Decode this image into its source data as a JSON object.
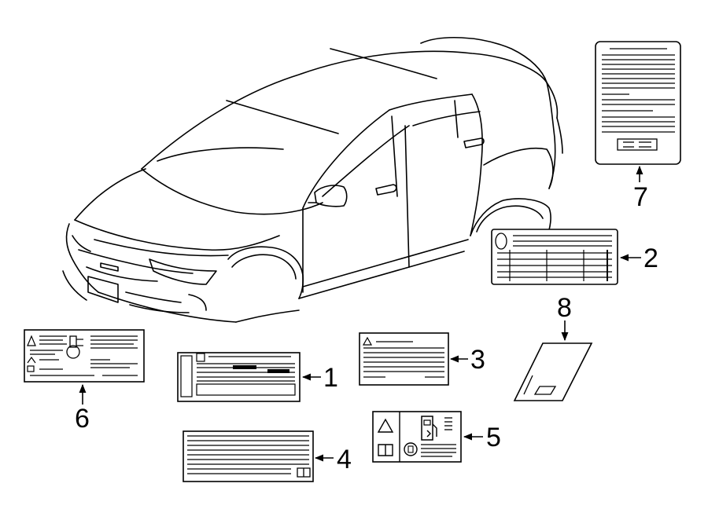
{
  "callouts": [
    {
      "num": "1",
      "part": "label-1"
    },
    {
      "num": "2",
      "part": "label-2"
    },
    {
      "num": "3",
      "part": "label-3"
    },
    {
      "num": "4",
      "part": "label-4"
    },
    {
      "num": "5",
      "part": "label-5"
    },
    {
      "num": "6",
      "part": "label-6"
    },
    {
      "num": "7",
      "part": "label-7"
    },
    {
      "num": "8",
      "part": "label-8"
    }
  ],
  "colors": {
    "line": "#000000",
    "background": "#ffffff"
  },
  "icons": [
    "car-outline-icon",
    "warning-triangle-icon",
    "fuel-pump-icon",
    "owner-manual-book-icon",
    "arrow-icon"
  ]
}
